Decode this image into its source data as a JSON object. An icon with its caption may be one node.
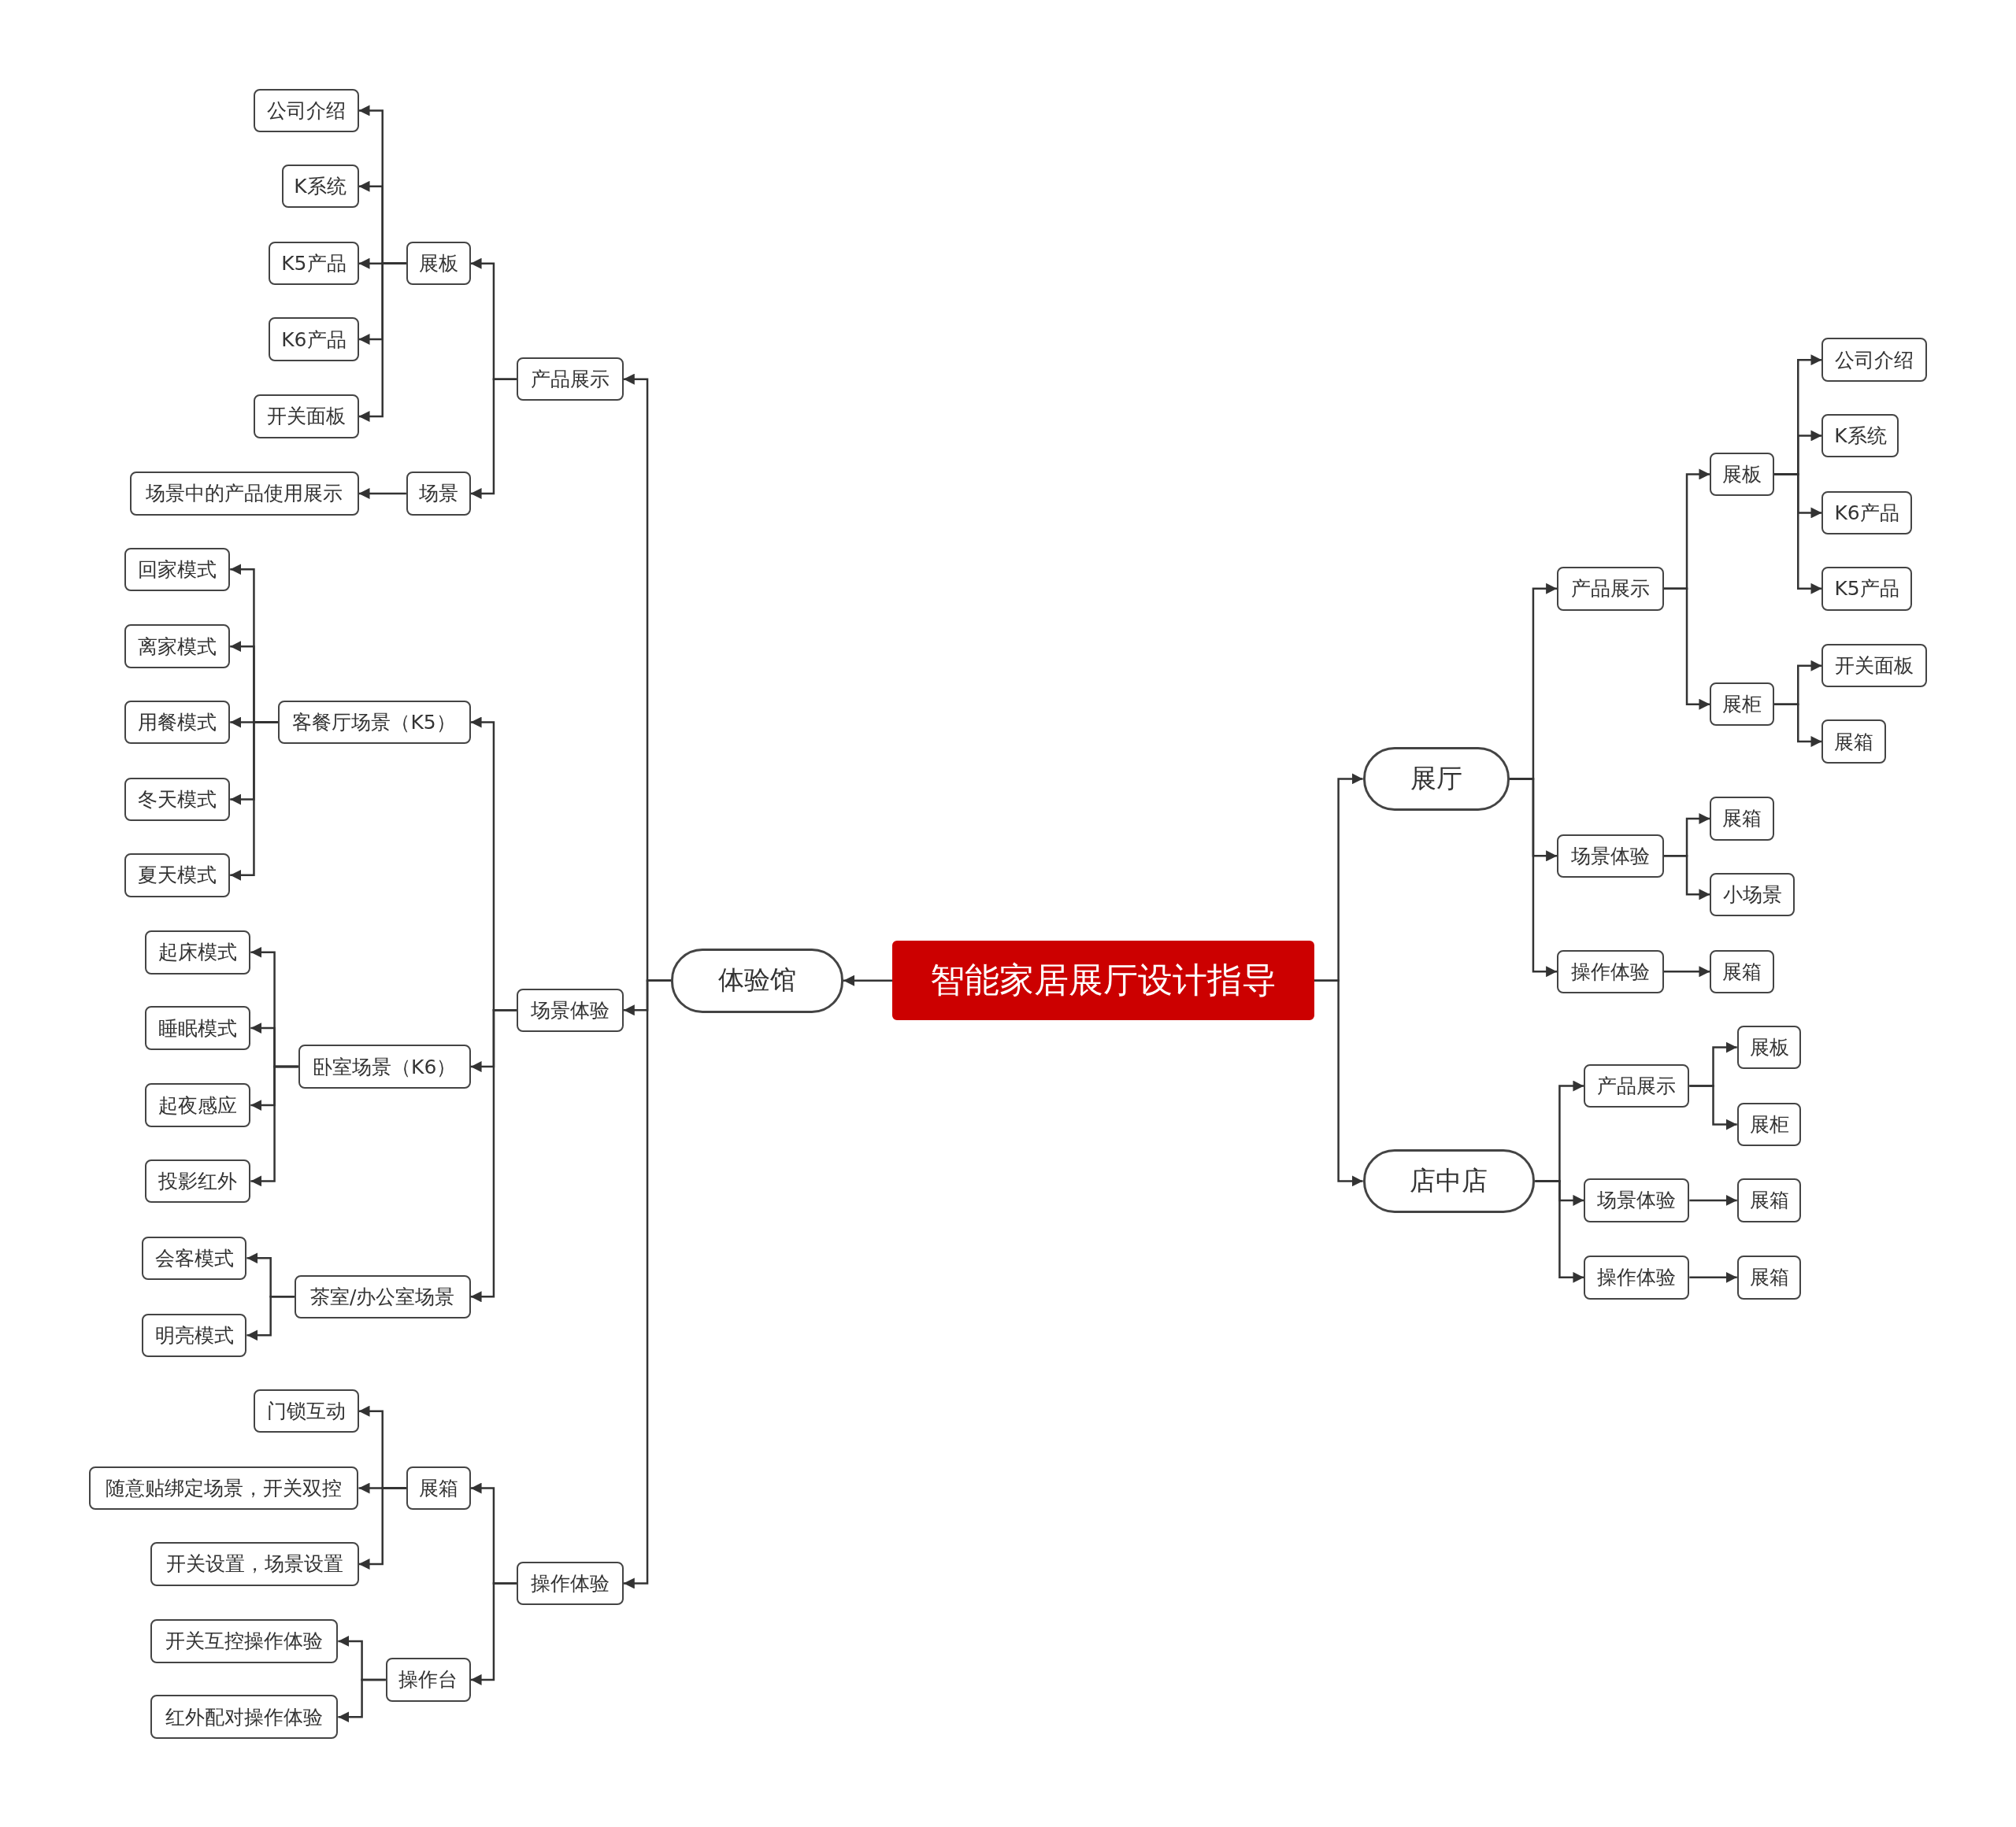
{
  "diagram": {
    "nodes": [
      {
        "text": [
          "智能家居展厅设计指导"
        ]
      },
      {
        "text": [
          "体验馆"
        ]
      },
      {
        "text": [
          "产品展示"
        ]
      },
      {
        "text": [
          "展板"
        ]
      },
      {
        "text": [
          "公司介绍"
        ]
      },
      {
        "text": [
          "K系统"
        ]
      },
      {
        "text": [
          "K5产品"
        ]
      },
      {
        "text": [
          "K6产品"
        ]
      },
      {
        "text": [
          "开关面板"
        ]
      },
      {
        "text": [
          "场景"
        ]
      },
      {
        "text": [
          "场景中的产品使用展示"
        ]
      },
      {
        "text": [
          "场景体验"
        ]
      },
      {
        "text": [
          "客餐厅场景（K5）"
        ]
      },
      {
        "text": [
          "回家模式"
        ]
      },
      {
        "text": [
          "离家模式"
        ]
      },
      {
        "text": [
          "用餐模式"
        ]
      },
      {
        "text": [
          "冬天模式"
        ]
      },
      {
        "text": [
          "夏天模式"
        ]
      },
      {
        "text": [
          "卧室场景（K6）"
        ]
      },
      {
        "text": [
          "起床模式"
        ]
      },
      {
        "text": [
          "睡眠模式"
        ]
      },
      {
        "text": [
          "起夜感应"
        ]
      },
      {
        "text": [
          "投影红外"
        ]
      },
      {
        "text": [
          "茶室/办公室场景"
        ]
      },
      {
        "text": [
          "会客模式"
        ]
      },
      {
        "text": [
          "明亮模式"
        ]
      },
      {
        "text": [
          "操作体验"
        ]
      },
      {
        "text": [
          "展箱"
        ]
      },
      {
        "text": [
          "门锁互动"
        ]
      },
      {
        "text": [
          "随意贴绑定场景，开关双控"
        ]
      },
      {
        "text": [
          "开关设置，场景设置"
        ]
      },
      {
        "text": [
          "操作台"
        ]
      },
      {
        "text": [
          "开关互控操作体验"
        ]
      },
      {
        "text": [
          "红外配对操作体验"
        ]
      },
      {
        "text": [
          "展厅"
        ]
      },
      {
        "text": [
          "产品展示"
        ]
      },
      {
        "text": [
          "展板"
        ]
      },
      {
        "text": [
          "公司介绍"
        ]
      },
      {
        "text": [
          "K系统"
        ]
      },
      {
        "text": [
          "K6产品"
        ]
      },
      {
        "text": [
          "K5产品"
        ]
      },
      {
        "text": [
          "展柜"
        ]
      },
      {
        "text": [
          "开关面板"
        ]
      },
      {
        "text": [
          "展箱"
        ]
      },
      {
        "text": [
          "场景体验"
        ]
      },
      {
        "text": [
          "展箱"
        ]
      },
      {
        "text": [
          "小场景"
        ]
      },
      {
        "text": [
          "操作体验"
        ]
      },
      {
        "text": [
          "展箱"
        ]
      },
      {
        "text": [
          "店中店"
        ]
      },
      {
        "text": [
          "产品展示"
        ]
      },
      {
        "text": [
          "展板"
        ]
      },
      {
        "text": [
          "展柜"
        ]
      },
      {
        "text": [
          "场景体验"
        ]
      },
      {
        "text": [
          "展箱"
        ]
      },
      {
        "text": [
          "操作体验"
        ]
      },
      {
        "text": [
          "展箱"
        ]
      }
    ],
    "edges": [
      {
        "from": 0,
        "to": 1,
        "arrow": "to"
      },
      {
        "from": 1,
        "to": 2,
        "arrow": "to"
      },
      {
        "from": 2,
        "to": 3,
        "arrow": "to"
      },
      {
        "from": 3,
        "to": 4,
        "arrow": "to"
      },
      {
        "from": 3,
        "to": 5,
        "arrow": "to"
      },
      {
        "from": 3,
        "to": 6,
        "arrow": "to"
      },
      {
        "from": 3,
        "to": 7,
        "arrow": "to"
      },
      {
        "from": 3,
        "to": 8,
        "arrow": "to"
      },
      {
        "from": 2,
        "to": 9,
        "arrow": "to"
      },
      {
        "from": 9,
        "to": 10,
        "arrow": "to"
      },
      {
        "from": 1,
        "to": 11,
        "arrow": "to"
      },
      {
        "from": 11,
        "to": 12,
        "arrow": "to"
      },
      {
        "from": 12,
        "to": 13,
        "arrow": "to"
      },
      {
        "from": 12,
        "to": 14,
        "arrow": "to"
      },
      {
        "from": 12,
        "to": 15,
        "arrow": "to"
      },
      {
        "from": 12,
        "to": 16,
        "arrow": "to"
      },
      {
        "from": 12,
        "to": 17,
        "arrow": "to"
      },
      {
        "from": 11,
        "to": 18,
        "arrow": "to"
      },
      {
        "from": 18,
        "to": 19,
        "arrow": "to"
      },
      {
        "from": 18,
        "to": 20,
        "arrow": "to"
      },
      {
        "from": 18,
        "to": 21,
        "arrow": "to"
      },
      {
        "from": 18,
        "to": 22,
        "arrow": "to"
      },
      {
        "from": 11,
        "to": 23,
        "arrow": "to"
      },
      {
        "from": 23,
        "to": 24,
        "arrow": "to"
      },
      {
        "from": 23,
        "to": 25,
        "arrow": "to"
      },
      {
        "from": 1,
        "to": 26,
        "arrow": "to"
      },
      {
        "from": 26,
        "to": 27,
        "arrow": "to"
      },
      {
        "from": 27,
        "to": 28,
        "arrow": "to"
      },
      {
        "from": 27,
        "to": 29,
        "arrow": "to"
      },
      {
        "from": 27,
        "to": 30,
        "arrow": "to"
      },
      {
        "from": 26,
        "to": 31,
        "arrow": "to"
      },
      {
        "from": 31,
        "to": 32,
        "arrow": "to"
      },
      {
        "from": 31,
        "to": 33,
        "arrow": "to"
      },
      {
        "from": 0,
        "to": 34,
        "arrow": "to"
      },
      {
        "from": 34,
        "to": 35,
        "arrow": "to"
      },
      {
        "from": 35,
        "to": 36,
        "arrow": "to"
      },
      {
        "from": 36,
        "to": 37,
        "arrow": "to"
      },
      {
        "from": 36,
        "to": 38,
        "arrow": "to"
      },
      {
        "from": 36,
        "to": 39,
        "arrow": "to"
      },
      {
        "from": 36,
        "to": 40,
        "arrow": "to"
      },
      {
        "from": 35,
        "to": 41,
        "arrow": "to"
      },
      {
        "from": 41,
        "to": 42,
        "arrow": "to"
      },
      {
        "from": 41,
        "to": 43,
        "arrow": "to"
      },
      {
        "from": 34,
        "to": 44,
        "arrow": "to"
      },
      {
        "from": 44,
        "to": 45,
        "arrow": "to"
      },
      {
        "from": 44,
        "to": 46,
        "arrow": "to"
      },
      {
        "from": 34,
        "to": 47,
        "arrow": "to"
      },
      {
        "from": 47,
        "to": 48,
        "arrow": "to"
      },
      {
        "from": 0,
        "to": 49,
        "arrow": "to"
      },
      {
        "from": 49,
        "to": 50,
        "arrow": "to"
      },
      {
        "from": 50,
        "to": 51,
        "arrow": "to"
      },
      {
        "from": 50,
        "to": 52,
        "arrow": "to"
      },
      {
        "from": 49,
        "to": 53,
        "arrow": "to"
      },
      {
        "from": 53,
        "to": 54,
        "arrow": "to"
      },
      {
        "from": 49,
        "to": 55,
        "arrow": "to"
      },
      {
        "from": 55,
        "to": 56,
        "arrow": "to"
      }
    ]
  }
}
